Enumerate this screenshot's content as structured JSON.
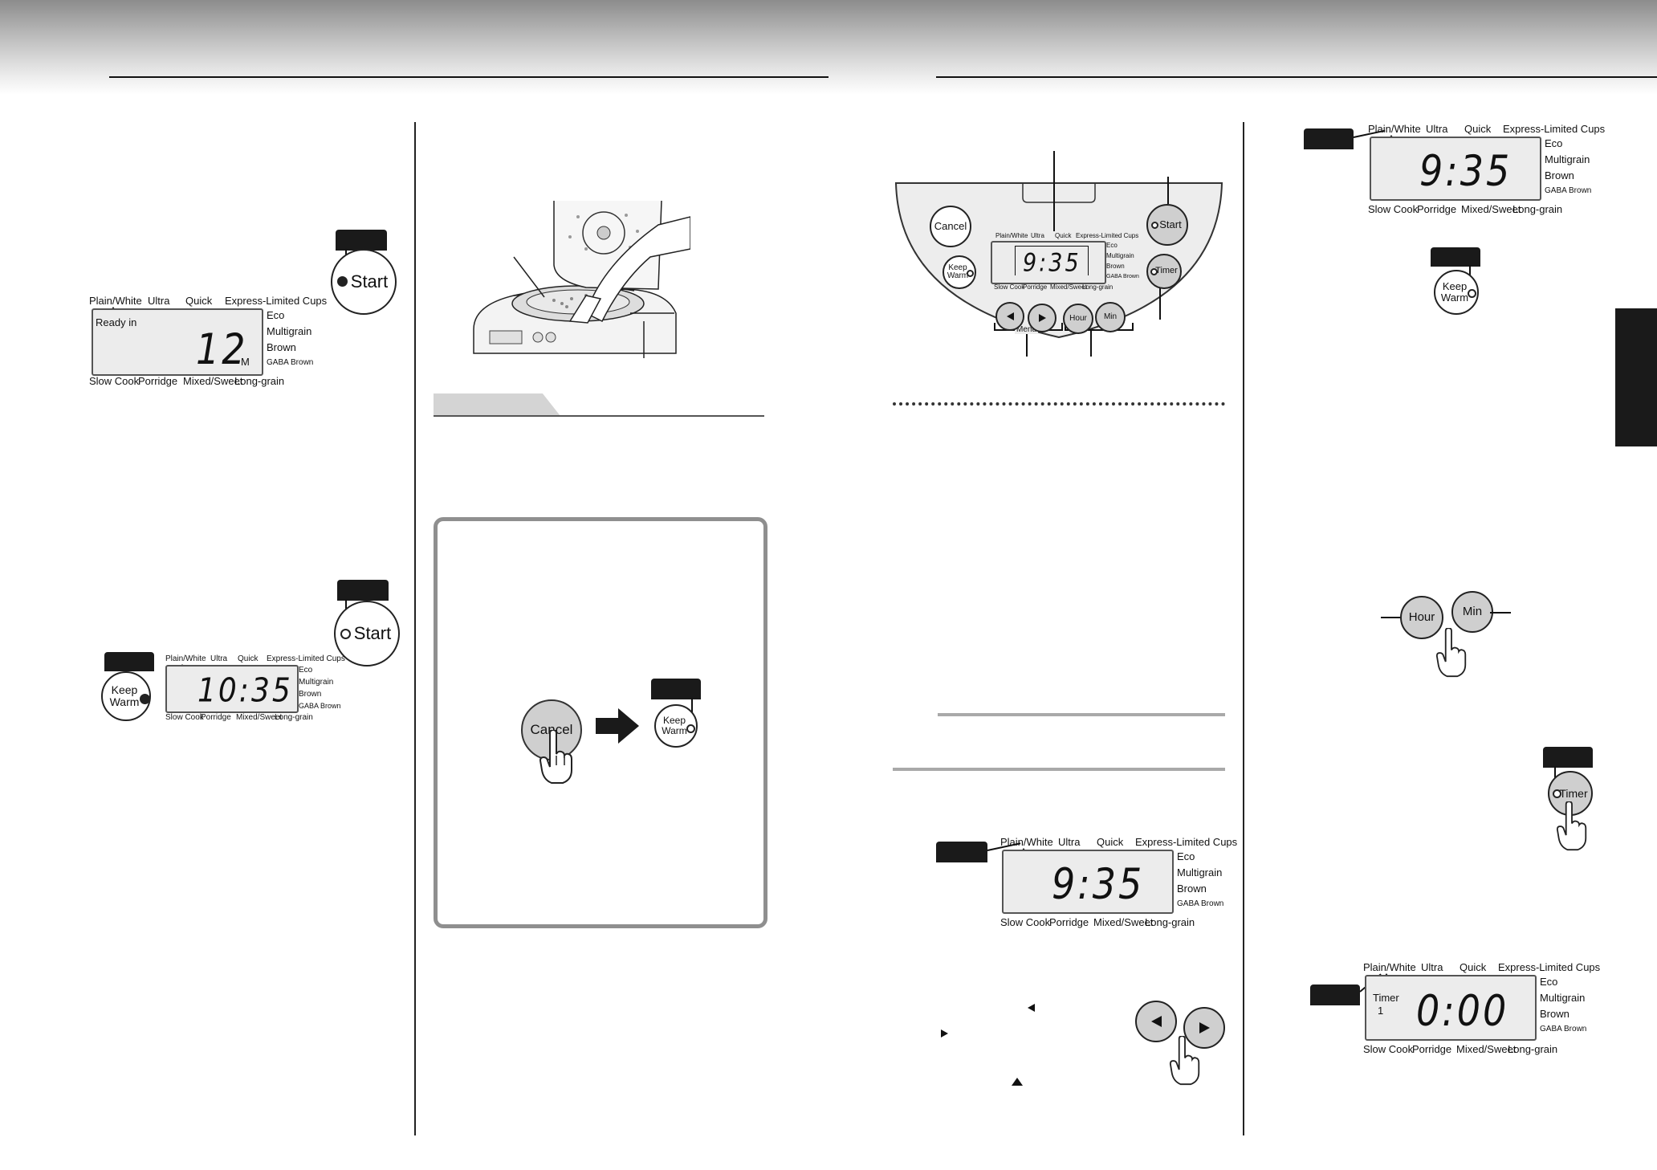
{
  "lcd": {
    "modes_top": [
      "Plain/White",
      "Ultra",
      "Quick",
      "Express-Limited Cups"
    ],
    "modes_right": [
      "Eco",
      "Multigrain",
      "Brown",
      "GABA Brown"
    ],
    "modes_bottom": [
      "Slow Cook",
      "Porridge",
      "Mixed/Sweet",
      "Long-grain"
    ]
  },
  "left": {
    "start_label": "Start",
    "display1": {
      "ready_in": "Ready in",
      "digits": "12",
      "unit": "M"
    },
    "display2": {
      "digits": "10:35"
    },
    "keep_warm_label": [
      "Keep",
      "Warm"
    ]
  },
  "middle": {
    "cancel_label": "Cancel",
    "keep_warm_label": [
      "Keep",
      "Warm"
    ]
  },
  "panel": {
    "cancel_label": "Cancel",
    "keep_warm_label": [
      "Keep",
      "Warm"
    ],
    "start_label": "Start",
    "timer_label": "Timer",
    "hour_label": "Hour",
    "min_label": "Min",
    "menu_label": "Menu",
    "digits": "9:35"
  },
  "right_col": {
    "display_a_digits": "9:35",
    "display_b_digits": "9:35",
    "keep_warm_label": [
      "Keep",
      "Warm"
    ],
    "hour_label": "Hour",
    "min_label": "Min",
    "timer_label": "Timer",
    "timer_display": {
      "timer_text": "Timer",
      "timer_num": "1",
      "digits": "0:00"
    }
  },
  "colors": {
    "tag": "#1a1a1a",
    "button_gray": "#cfcfcf",
    "lcd_bg": "#ececec"
  }
}
